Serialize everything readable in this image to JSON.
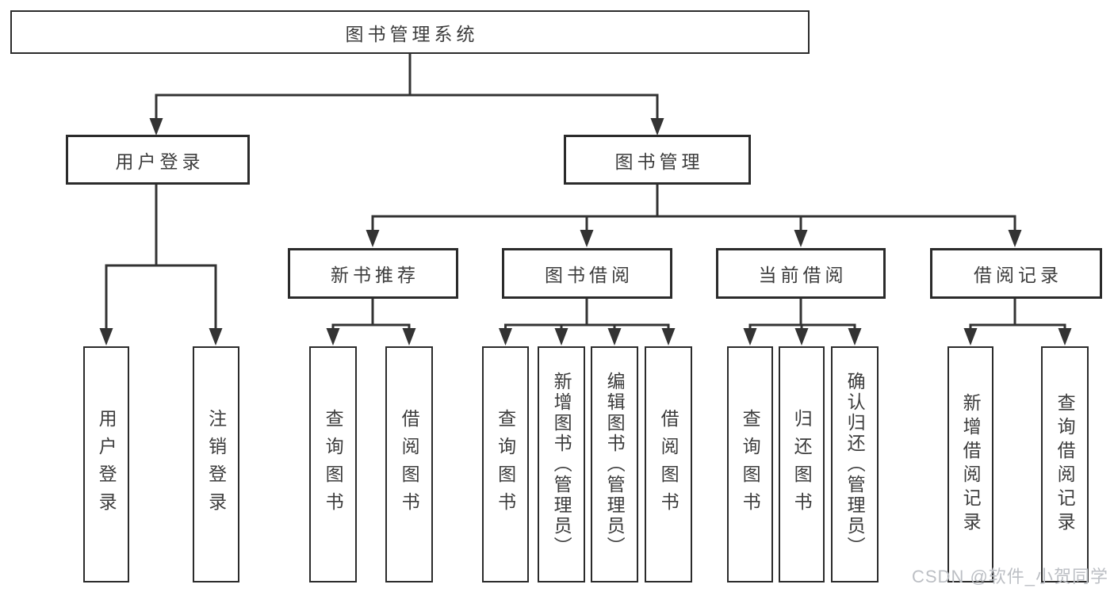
{
  "colors": {
    "background": "#ffffff",
    "line": "#333333",
    "box_border": "#2b2b2b",
    "text": "#3c3c3c",
    "watermark": "#bcbfc4"
  },
  "nodes": {
    "root": "图书管理系统",
    "branches": [
      "用户登录",
      "图书管理"
    ],
    "modules": [
      "新书推荐",
      "图书借阅",
      "当前借阅",
      "借阅记录"
    ],
    "leaves": [
      "用户登录",
      "注销登录",
      "查询图书",
      "借阅图书",
      "查询图书",
      "新增图书（管理员）",
      "编辑图书（管理员）",
      "借阅图书",
      "查询图书",
      "归还图书",
      "确认归还（管理员）",
      "新增借阅记录",
      "查询借阅记录"
    ]
  },
  "watermark": "CSDN @软件_小贺同学"
}
